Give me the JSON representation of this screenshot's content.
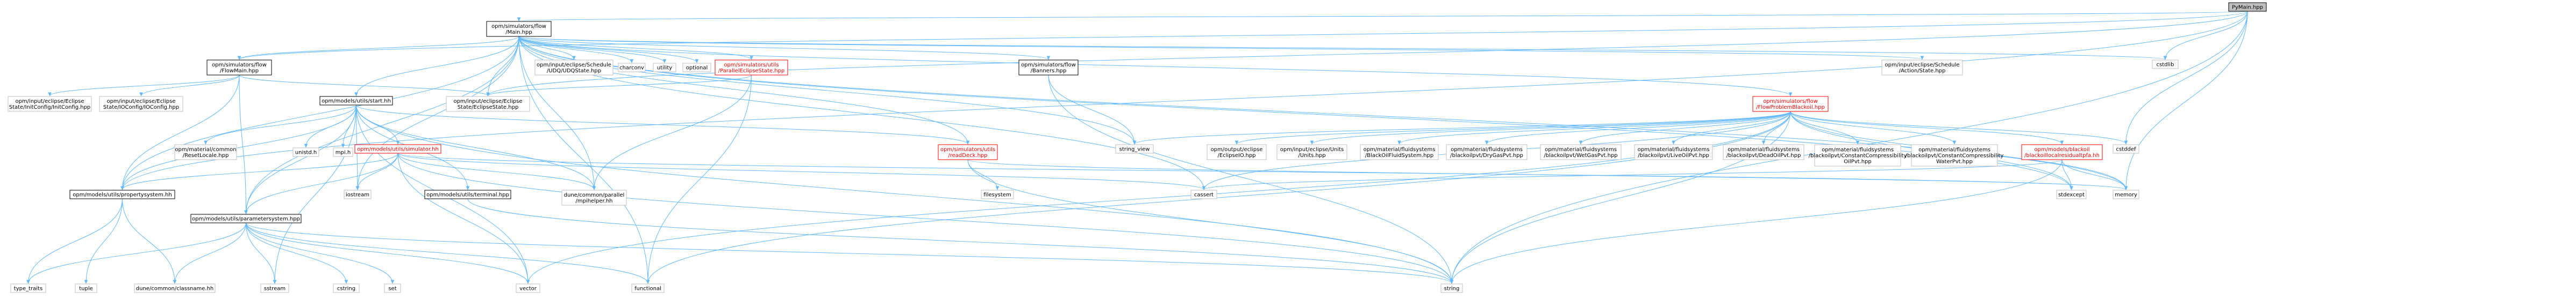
{
  "diagram": {
    "title": "PyMain.hpp include dependency graph",
    "nodes": [
      {
        "id": "pymain",
        "lines": [
          "PyMain.hpp"
        ],
        "style": "root"
      },
      {
        "id": "flowmain",
        "lines": [
          "opm/simulators/flow",
          "/Main.hpp"
        ],
        "style": "normal"
      },
      {
        "id": "flowmainhpp",
        "lines": [
          "opm/simulators/flow",
          "/FlowMain.hpp"
        ],
        "style": "normal"
      },
      {
        "id": "cstdlib",
        "lines": [
          "cstdlib"
        ],
        "style": "gray"
      },
      {
        "id": "cstddef",
        "lines": [
          "cstddef"
        ],
        "style": "gray"
      },
      {
        "id": "memory",
        "lines": [
          "memory"
        ],
        "style": "gray"
      },
      {
        "id": "string",
        "lines": [
          "string"
        ],
        "style": "gray"
      },
      {
        "id": "initconfig",
        "lines": [
          "opm/input/eclipse/Eclipse",
          "State/InitConfig/InitConfig.hpp"
        ],
        "style": "gray"
      },
      {
        "id": "ioconfig",
        "lines": [
          "opm/input/eclipse/Eclipse",
          "State/IOConfig/IOConfig.hpp"
        ],
        "style": "gray"
      },
      {
        "id": "eclipsestate",
        "lines": [
          "opm/input/eclipse/Eclipse",
          "State/EclipseState.hpp"
        ],
        "style": "gray"
      },
      {
        "id": "start",
        "lines": [
          "opm/models/utils/start.hh"
        ],
        "style": "normal"
      },
      {
        "id": "udqstate",
        "lines": [
          "opm/input/eclipse/Schedule",
          "/UDQ/UDQState.hpp"
        ],
        "style": "gray"
      },
      {
        "id": "charconv",
        "lines": [
          "charconv"
        ],
        "style": "gray"
      },
      {
        "id": "utility",
        "lines": [
          "utility"
        ],
        "style": "gray"
      },
      {
        "id": "optional",
        "lines": [
          "optional"
        ],
        "style": "gray"
      },
      {
        "id": "parallelecl",
        "lines": [
          "opm/simulators/utils",
          "/ParallelEclipseState.hpp"
        ],
        "style": "red"
      },
      {
        "id": "banners",
        "lines": [
          "opm/simulators/flow",
          "/Banners.hpp"
        ],
        "style": "normal"
      },
      {
        "id": "flowproblem",
        "lines": [
          "opm/simulators/flow",
          "/FlowProblemBlackoil.hpp"
        ],
        "style": "red"
      },
      {
        "id": "actionstate",
        "lines": [
          "opm/input/eclipse/Schedule",
          "/Action/State.hpp"
        ],
        "style": "gray"
      },
      {
        "id": "resetlocale",
        "lines": [
          "opm/material/common",
          "/ResetLocale.hpp"
        ],
        "style": "gray"
      },
      {
        "id": "unistd",
        "lines": [
          "unistd.h"
        ],
        "style": "gray"
      },
      {
        "id": "mpih",
        "lines": [
          "mpi.h"
        ],
        "style": "gray"
      },
      {
        "id": "simulator",
        "lines": [
          "opm/models/utils/simulator.hh"
        ],
        "style": "red"
      },
      {
        "id": "terminal",
        "lines": [
          "opm/models/utils/terminal.hpp"
        ],
        "style": "normal"
      },
      {
        "id": "iostream",
        "lines": [
          "iostream"
        ],
        "style": "gray"
      },
      {
        "id": "mpihelper",
        "lines": [
          "dune/common/parallel",
          "/mpihelper.hh"
        ],
        "style": "gray"
      },
      {
        "id": "readdeck",
        "lines": [
          "opm/simulators/utils",
          "/readDeck.hpp"
        ],
        "style": "red"
      },
      {
        "id": "filesystem",
        "lines": [
          "filesystem"
        ],
        "style": "gray"
      },
      {
        "id": "string_view",
        "lines": [
          "string_view"
        ],
        "style": "gray"
      },
      {
        "id": "cassert",
        "lines": [
          "cassert"
        ],
        "style": "gray"
      },
      {
        "id": "functional",
        "lines": [
          "functional"
        ],
        "style": "gray"
      },
      {
        "id": "propertysystem",
        "lines": [
          "opm/models/utils/propertysystem.hh"
        ],
        "style": "normal"
      },
      {
        "id": "paramsystem",
        "lines": [
          "opm/models/utils/parametersystem.hpp"
        ],
        "style": "normal"
      },
      {
        "id": "type_traits",
        "lines": [
          "type_traits"
        ],
        "style": "gray"
      },
      {
        "id": "tuple",
        "lines": [
          "tuple"
        ],
        "style": "gray"
      },
      {
        "id": "classname",
        "lines": [
          "dune/common/classname.hh"
        ],
        "style": "gray"
      },
      {
        "id": "sstream",
        "lines": [
          "sstream"
        ],
        "style": "gray"
      },
      {
        "id": "cstring",
        "lines": [
          "cstring"
        ],
        "style": "gray"
      },
      {
        "id": "set",
        "lines": [
          "set"
        ],
        "style": "gray"
      },
      {
        "id": "vector",
        "lines": [
          "vector"
        ],
        "style": "gray"
      },
      {
        "id": "eclipseio",
        "lines": [
          "opm/output/eclipse",
          "/EclipseIO.hpp"
        ],
        "style": "gray"
      },
      {
        "id": "units",
        "lines": [
          "opm/input/eclipse/Units",
          "/Units.hpp"
        ],
        "style": "gray"
      },
      {
        "id": "blackoilfluid",
        "lines": [
          "opm/material/fluidsystems",
          "/BlackOilFluidSystem.hpp"
        ],
        "style": "gray"
      },
      {
        "id": "drygas",
        "lines": [
          "opm/material/fluidsystems",
          "/blackoilpvt/DryGasPvt.hpp"
        ],
        "style": "gray"
      },
      {
        "id": "wetgas",
        "lines": [
          "opm/material/fluidsystems",
          "/blackoilpvt/WetGasPvt.hpp"
        ],
        "style": "gray"
      },
      {
        "id": "liveoil",
        "lines": [
          "opm/material/fluidsystems",
          "/blackoilpvt/LiveOilPvt.hpp"
        ],
        "style": "gray"
      },
      {
        "id": "deadoil",
        "lines": [
          "opm/material/fluidsystems",
          "/blackoilpvt/DeadOilPvt.hpp"
        ],
        "style": "gray"
      },
      {
        "id": "constcompoil",
        "lines": [
          "opm/material/fluidsystems",
          "/blackoilpvt/ConstantCompressibility",
          "OilPvt.hpp"
        ],
        "style": "gray"
      },
      {
        "id": "constcompwater",
        "lines": [
          "opm/material/fluidsystems",
          "/blackoilpvt/ConstantCompressibility",
          "WaterPvt.hpp"
        ],
        "style": "gray"
      },
      {
        "id": "residualtgfa",
        "lines": [
          "opm/models/blackoil",
          "/blackoillocalresidualtpfa.hh"
        ],
        "style": "red"
      },
      {
        "id": "stdexcept",
        "lines": [
          "stdexcept"
        ],
        "style": "gray"
      }
    ]
  }
}
